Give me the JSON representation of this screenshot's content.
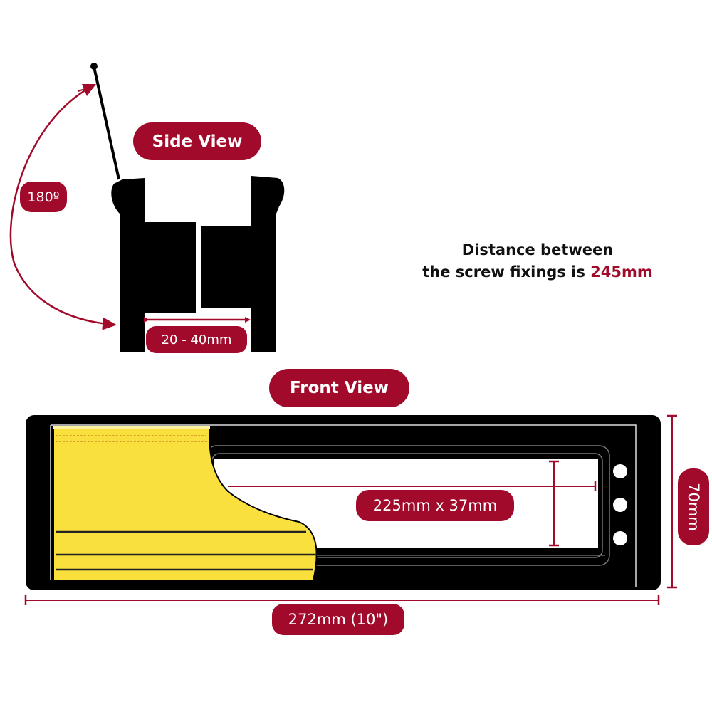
{
  "side_view": {
    "title": "Side View",
    "angle_label": "180º",
    "gap_label": "20 - 40mm"
  },
  "info": {
    "line1": "Distance between",
    "line2_prefix": "the screw fixings is ",
    "line2_value": "245mm"
  },
  "front_view": {
    "title": "Front View",
    "aperture_label": "225mm x 37mm",
    "height_label": "70mm",
    "width_label": "272mm (10\")"
  },
  "colors": {
    "accent": "#a10a2a",
    "body": "#000000",
    "flap": "#f9e03c"
  }
}
